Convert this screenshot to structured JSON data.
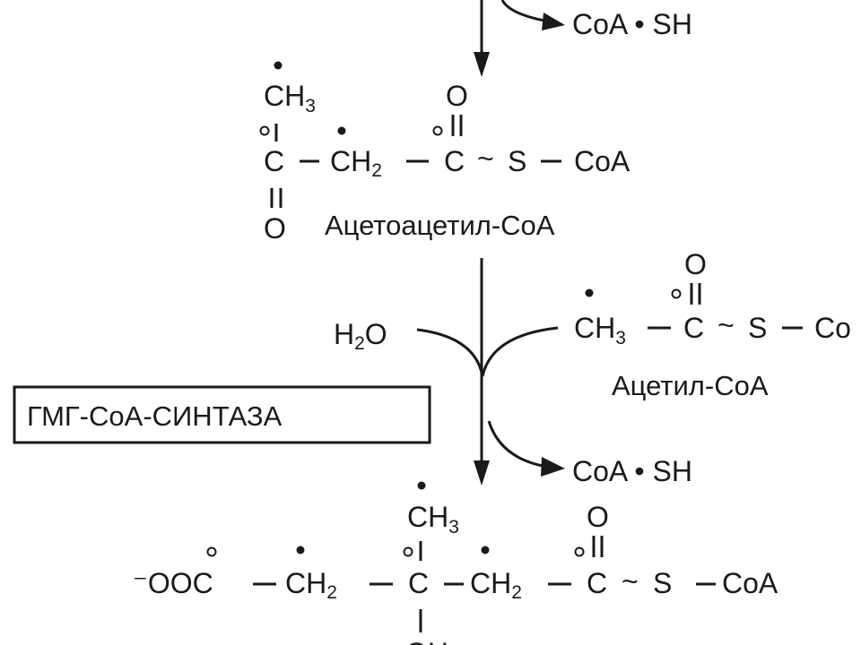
{
  "top_byproduct": {
    "a": "CoA",
    "b": "SH"
  },
  "acetoacetyl": {
    "ch": "CH",
    "sub3": "3",
    "o_top": "O",
    "c1": "C",
    "ch2": "CH",
    "sub2": "2",
    "c2": "C",
    "s": "S",
    "coa": "CoA",
    "o_bottom": "O",
    "name": "Ацетоацетил-CoA"
  },
  "water": {
    "h": "H",
    "sub2": "2",
    "o": "O"
  },
  "acetyl": {
    "o_top": "O",
    "ch": "CH",
    "sub3": "3",
    "c": "C",
    "s": "S",
    "co": "Co",
    "name": "Ацетил-CoA"
  },
  "enzyme": {
    "label": "ГМГ-CoA-СИНТАЗА"
  },
  "mid_byproduct": {
    "a": "CoA",
    "b": "SH"
  },
  "hmg": {
    "ch_top": "CH",
    "sub3": "3",
    "o_top": "O",
    "ooc": "⁻OOC",
    "ch2a": "CH",
    "sub2a": "2",
    "c_mid": "C",
    "ch2b": "CH",
    "sub2b": "2",
    "c_end": "C",
    "s": "S",
    "coa": "CoA",
    "oh": "OH"
  }
}
